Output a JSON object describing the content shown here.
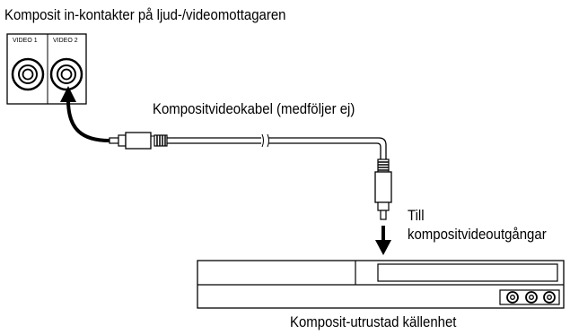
{
  "labels": {
    "receiver": "Komposit in-kontakter på ljud-/videomottagaren",
    "cable": "Kompositvideokabel (medföljer ej)",
    "till_line1": "Till",
    "till_line2": "kompositvideoutgångar",
    "source": "Komposit-utrustad källenhet"
  },
  "jacks": {
    "video1": "VIDEO 1",
    "video2": "VIDEO 2"
  },
  "colors": {
    "ink": "#000000",
    "background": "#ffffff"
  }
}
